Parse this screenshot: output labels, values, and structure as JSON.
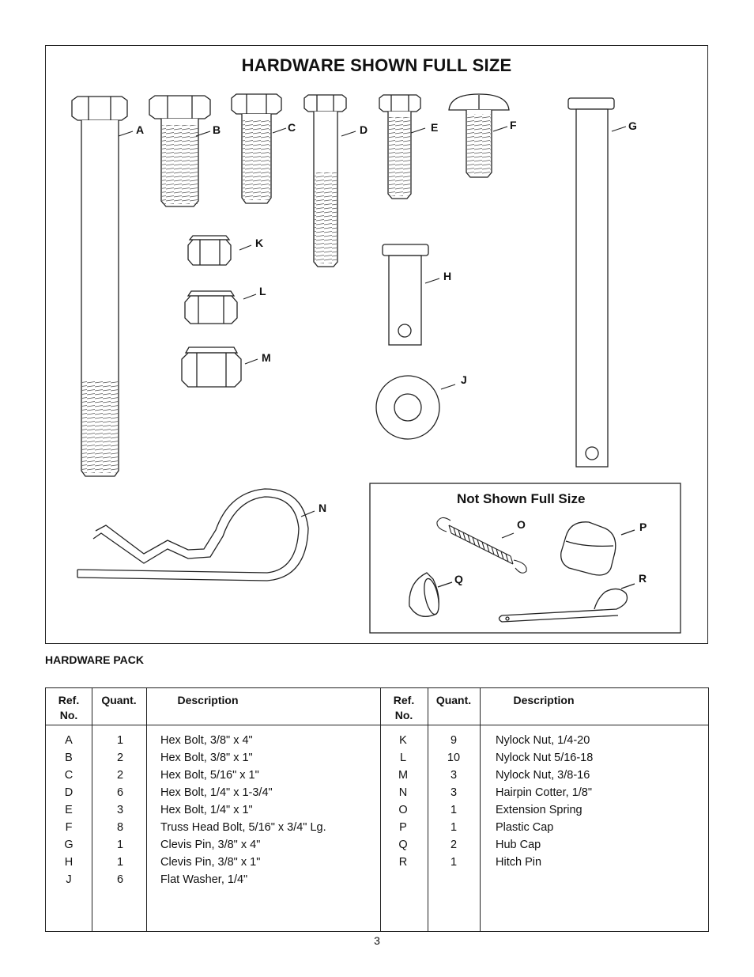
{
  "figure": {
    "title": "HARDWARE SHOWN FULL SIZE",
    "inset_title": "Not Shown Full Size",
    "labels": [
      "A",
      "B",
      "C",
      "D",
      "E",
      "F",
      "G",
      "H",
      "J",
      "K",
      "L",
      "M",
      "N",
      "O",
      "P",
      "Q",
      "R"
    ]
  },
  "section_heading": "HARDWARE PACK",
  "table": {
    "headers": {
      "ref": "Ref.\nNo.",
      "quant": "Quant.",
      "description": "Description"
    },
    "left": [
      {
        "ref": "A",
        "qty": "1",
        "desc": "Hex Bolt, 3/8\" x 4\""
      },
      {
        "ref": "B",
        "qty": "2",
        "desc": "Hex Bolt, 3/8\" x 1\""
      },
      {
        "ref": "C",
        "qty": "2",
        "desc": "Hex Bolt, 5/16\" x 1\""
      },
      {
        "ref": "D",
        "qty": "6",
        "desc": "Hex Bolt, 1/4\" x 1-3/4\""
      },
      {
        "ref": "E",
        "qty": "3",
        "desc": "Hex Bolt, 1/4\" x 1\""
      },
      {
        "ref": "F",
        "qty": "8",
        "desc": "Truss Head Bolt, 5/16\" x 3/4\" Lg."
      },
      {
        "ref": "G",
        "qty": "1",
        "desc": "Clevis Pin, 3/8\" x 4\""
      },
      {
        "ref": "H",
        "qty": "1",
        "desc": "Clevis Pin, 3/8\" x 1\""
      },
      {
        "ref": "J",
        "qty": "6",
        "desc": "Flat Washer, 1/4\""
      }
    ],
    "right": [
      {
        "ref": "K",
        "qty": "9",
        "desc": "Nylock Nut, 1/4-20"
      },
      {
        "ref": "L",
        "qty": "10",
        "desc": "Nylock Nut 5/16-18"
      },
      {
        "ref": "M",
        "qty": "3",
        "desc": "Nylock Nut, 3/8-16"
      },
      {
        "ref": "N",
        "qty": "3",
        "desc": "Hairpin Cotter, 1/8\""
      },
      {
        "ref": "O",
        "qty": "1",
        "desc": "Extension Spring"
      },
      {
        "ref": "P",
        "qty": "1",
        "desc": "Plastic Cap"
      },
      {
        "ref": "Q",
        "qty": "2",
        "desc": "Hub Cap"
      },
      {
        "ref": "R",
        "qty": "1",
        "desc": "Hitch Pin"
      }
    ]
  },
  "page_number": "3"
}
